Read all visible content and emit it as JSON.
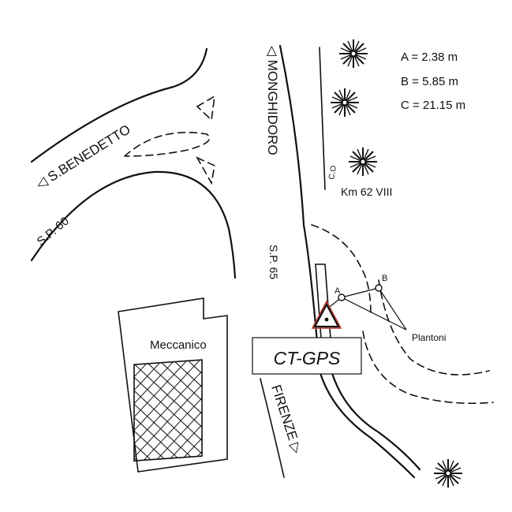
{
  "labels": {
    "s_benedetto": "◁ S.BENEDETTO",
    "monghidoro": "◁ MONGHIDORO",
    "sp60": "S.P. 60",
    "sp65": "S.P. 65",
    "firenze": "FIRENZE ▷",
    "meccanico": "Meccanico",
    "km": "Km 62 VIII",
    "co": "C.O",
    "plantoni": "Plantoni",
    "point_a": "A",
    "point_b": "B",
    "station": "CT-GPS"
  },
  "legend": [
    {
      "text": "A = 2.38 m"
    },
    {
      "text": "B = 5.85 m"
    },
    {
      "text": "C = 21.15 m"
    }
  ],
  "icons": {
    "tree": "tree-icon",
    "station": "triangle-station-icon",
    "marker": "survey-point-icon"
  },
  "colors": {
    "ink": "#111111",
    "marker_outline": "#c0392b",
    "background": "#ffffff"
  }
}
